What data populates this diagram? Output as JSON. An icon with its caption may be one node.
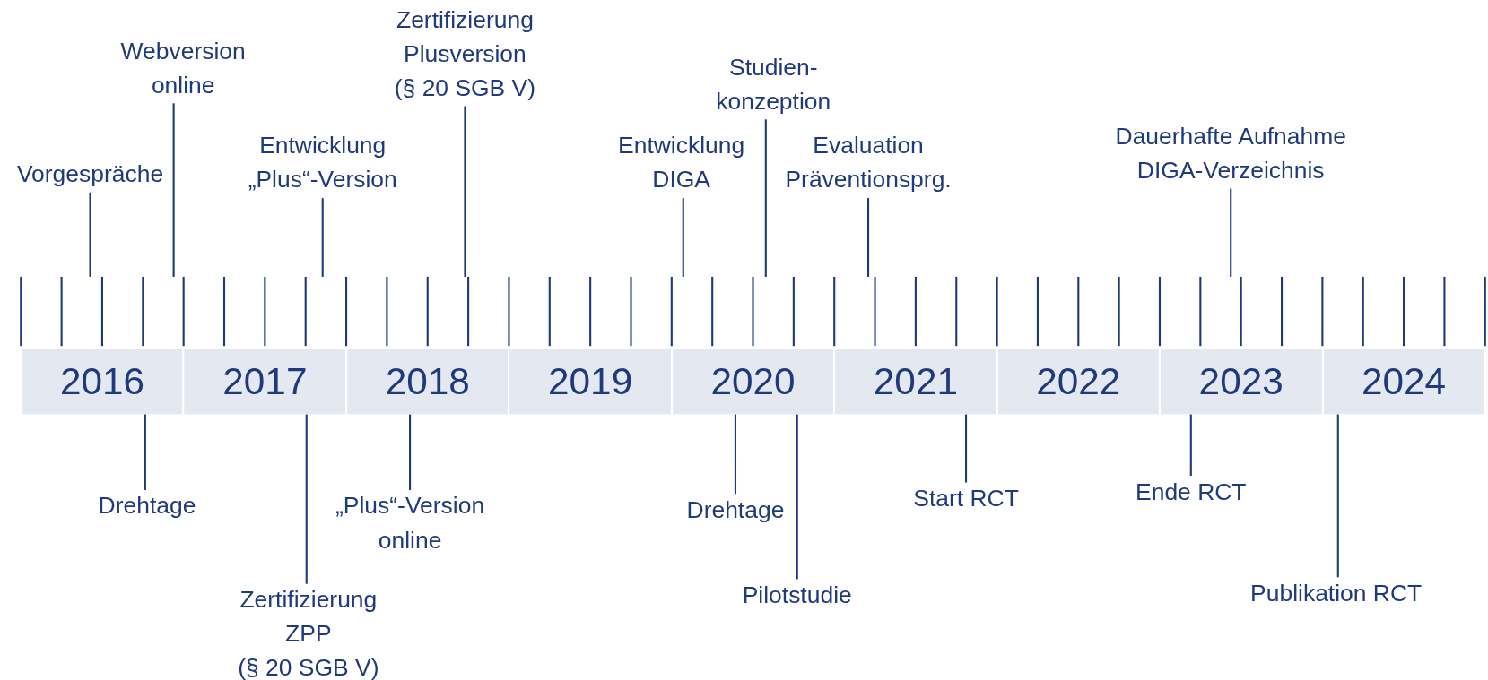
{
  "diagram": {
    "nodes": [
      {
        "text": [
          "Vorgespräche"
        ]
      },
      {
        "text": [
          "Webversion online"
        ]
      },
      {
        "text": [
          "Entwicklung „Plus“-Version"
        ]
      },
      {
        "text": [
          "Zertifizierung Plusversion (§ 20 SGB V)"
        ]
      },
      {
        "text": [
          "Entwicklung DIGA"
        ]
      },
      {
        "text": [
          "Studien- konzeption"
        ]
      },
      {
        "text": [
          "Evaluation Präventionsprg."
        ]
      },
      {
        "text": [
          "Dauerhafte Aufnahme DIGA-Verzeichnis"
        ]
      },
      {
        "text": [
          "2016"
        ]
      },
      {
        "text": [
          "2017"
        ]
      },
      {
        "text": [
          "2018"
        ]
      },
      {
        "text": [
          "2019"
        ]
      },
      {
        "text": [
          "2020"
        ]
      },
      {
        "text": [
          "2021"
        ]
      },
      {
        "text": [
          "2022"
        ]
      },
      {
        "text": [
          "2023"
        ]
      },
      {
        "text": [
          "2024"
        ]
      },
      {
        "text": [
          "Drehtage"
        ]
      },
      {
        "text": [
          "Zertifizierung ZPP (§ 20 SGB V)"
        ]
      },
      {
        "text": [
          "„Plus“-Version online"
        ]
      },
      {
        "text": [
          "Drehtage"
        ]
      },
      {
        "text": [
          "Pilotstudie"
        ]
      },
      {
        "text": [
          "Start RCT"
        ]
      },
      {
        "text": [
          "Ende RCT"
        ]
      },
      {
        "text": [
          "Publikation RCT"
        ]
      },
      {
        "text": [],
        "shape": "bar"
      }
    ],
    "edges": [
      {
        "from": 0,
        "to": 25,
        "arrow": "none"
      },
      {
        "from": 1,
        "to": 25,
        "arrow": "none"
      },
      {
        "from": 2,
        "to": 25,
        "arrow": "none"
      },
      {
        "from": 3,
        "to": 25,
        "arrow": "none"
      },
      {
        "from": 4,
        "to": 25,
        "arrow": "none"
      },
      {
        "from": 5,
        "to": 25,
        "arrow": "none"
      },
      {
        "from": 6,
        "to": 25,
        "arrow": "none"
      },
      {
        "from": 7,
        "to": 25,
        "arrow": "none"
      },
      {
        "from": 17,
        "to": 8,
        "arrow": "none"
      },
      {
        "from": 18,
        "to": 9,
        "arrow": "none"
      },
      {
        "from": 19,
        "to": 10,
        "arrow": "none"
      },
      {
        "from": 20,
        "to": 12,
        "arrow": "none"
      },
      {
        "from": 21,
        "to": 12,
        "arrow": "none"
      },
      {
        "from": 22,
        "to": 13,
        "arrow": "none"
      },
      {
        "from": 23,
        "to": 15,
        "arrow": "none"
      },
      {
        "from": 24,
        "to": 16,
        "arrow": "none"
      }
    ]
  }
}
